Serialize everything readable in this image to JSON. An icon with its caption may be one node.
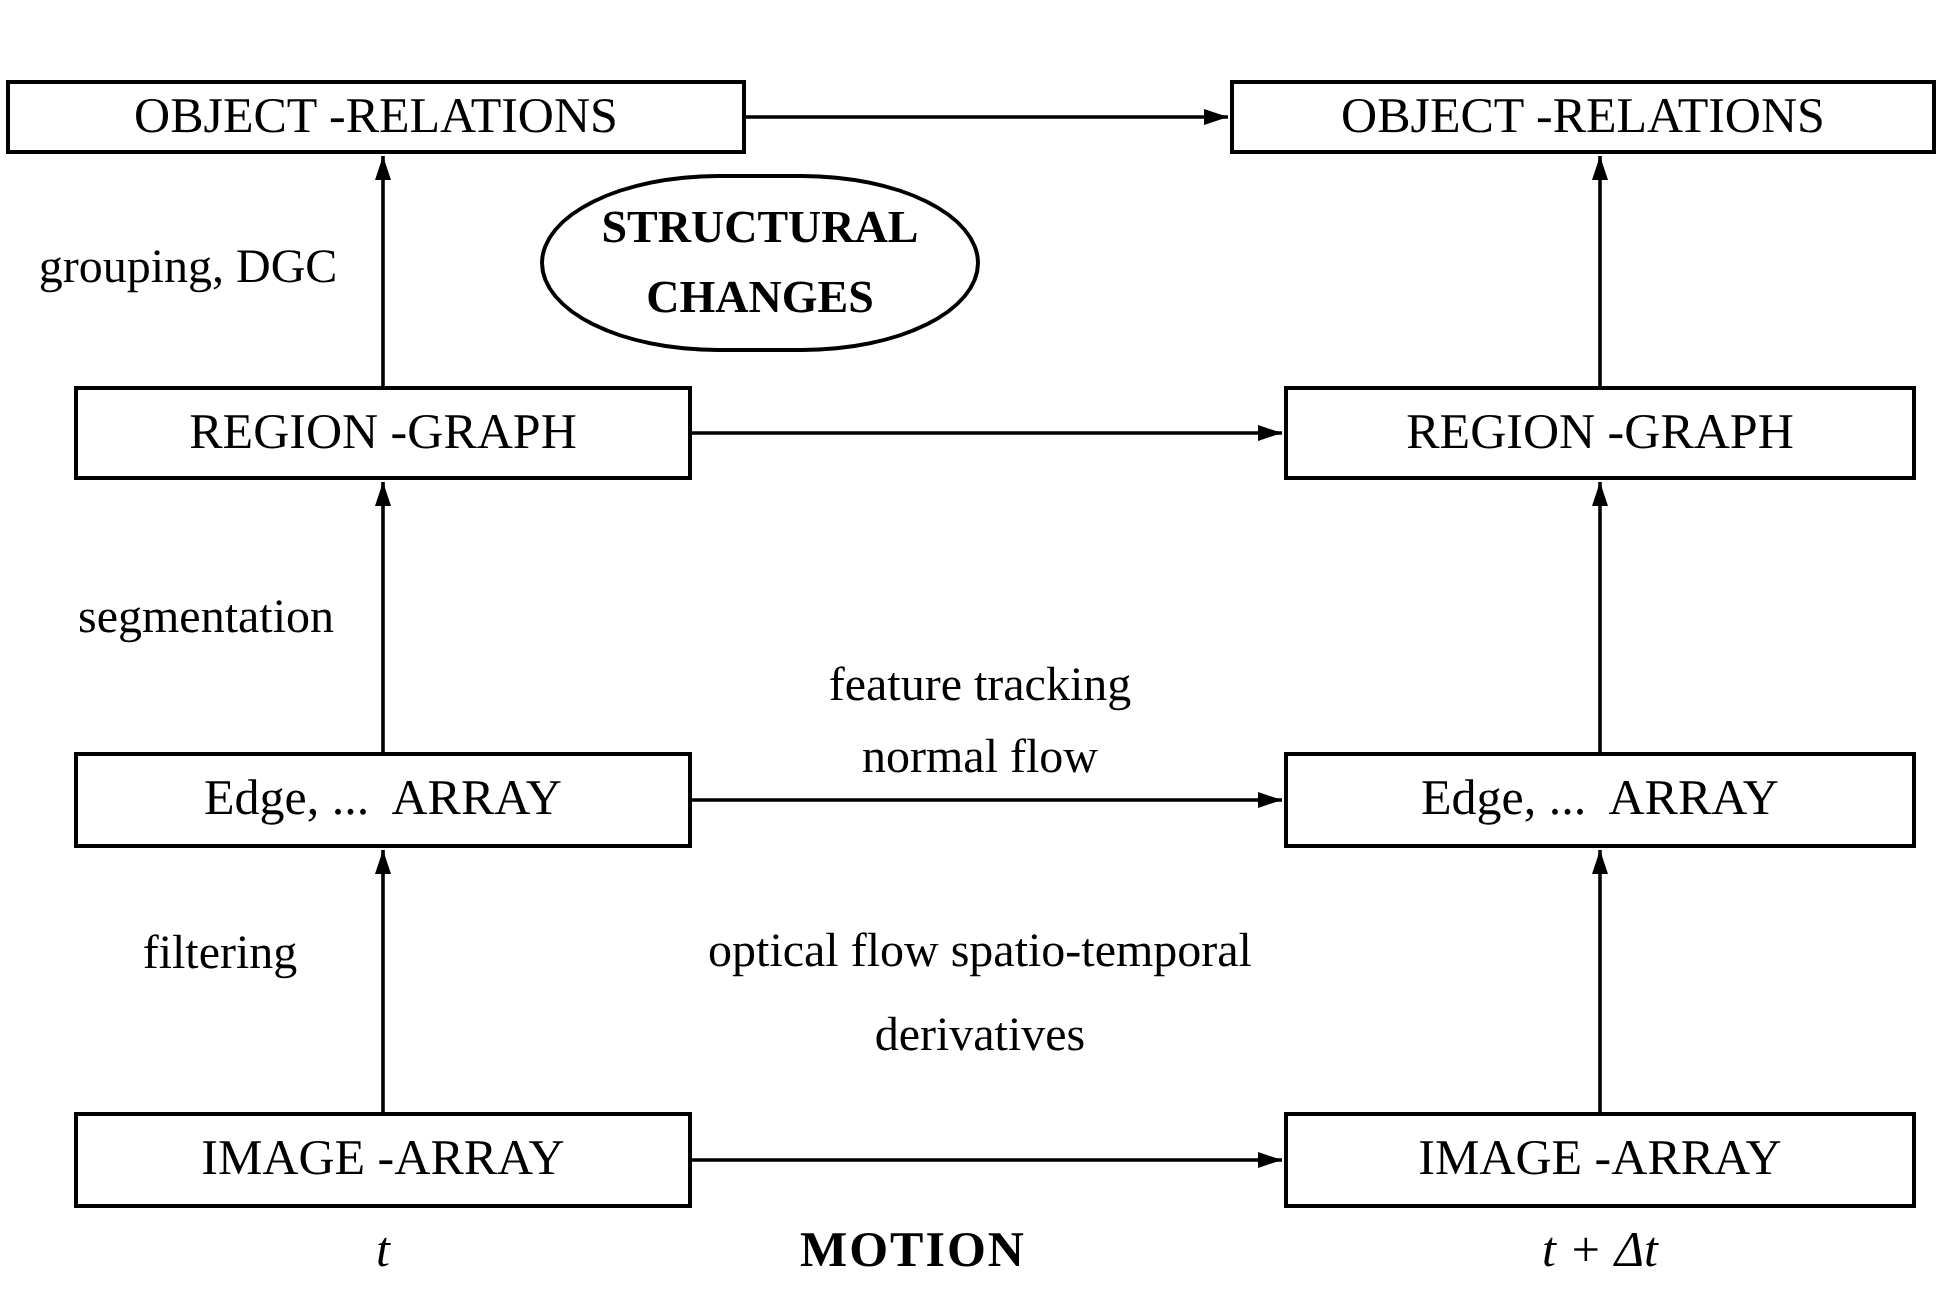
{
  "diagram": {
    "nodes": [
      {
        "text": [
          "OBJECT -RELATIONS"
        ]
      },
      {
        "text": [
          "OBJECT -RELATIONS"
        ]
      },
      {
        "text": [
          "STRUCTURAL CHANGES"
        ]
      },
      {
        "text": [
          "REGION -GRAPH"
        ]
      },
      {
        "text": [
          "REGION -GRAPH"
        ]
      },
      {
        "text": [
          "Edge, ...  ARRAY"
        ]
      },
      {
        "text": [
          "Edge, ...  ARRAY"
        ]
      },
      {
        "text": [
          "IMAGE -ARRAY"
        ],
        "beside": [
          "t"
        ]
      },
      {
        "text": [
          "IMAGE -ARRAY"
        ],
        "beside": [
          "t + Δt"
        ]
      }
    ],
    "edges": [
      {
        "from": 0,
        "to": 1,
        "arrow": "to"
      },
      {
        "from": 3,
        "to": 0,
        "arrow": "to",
        "label": "grouping, DGC"
      },
      {
        "from": 3,
        "to": 4,
        "arrow": "to"
      },
      {
        "from": 5,
        "to": 3,
        "arrow": "to",
        "label": "segmentation"
      },
      {
        "from": 5,
        "to": 6,
        "arrow": "to",
        "label": "feature tracking normal flow"
      },
      {
        "from": 7,
        "to": 5,
        "arrow": "to",
        "label": "filtering"
      },
      {
        "from": 7,
        "to": 8,
        "arrow": "to",
        "label": "optical flow spatio-temporal derivatives"
      },
      {
        "from": 8,
        "to": 6,
        "arrow": "to"
      },
      {
        "from": 6,
        "to": 4,
        "arrow": "to"
      },
      {
        "from": 4,
        "to": 1,
        "arrow": "to"
      }
    ],
    "labels": [
      "MOTION"
    ]
  }
}
